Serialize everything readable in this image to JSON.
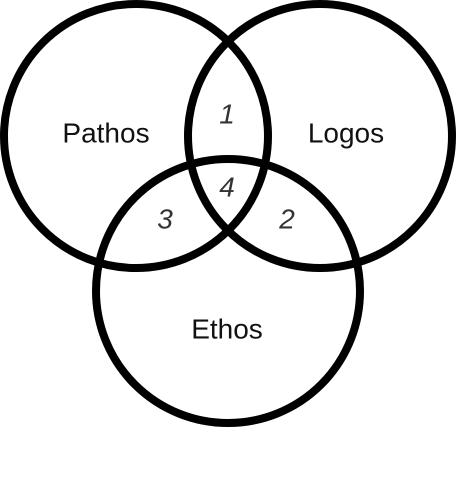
{
  "diagram": {
    "stroke_color": "#000000",
    "background": "#ffffff",
    "sets": [
      {
        "label": "Pathos"
      },
      {
        "label": "Logos"
      },
      {
        "label": "Ethos"
      }
    ],
    "regions": [
      {
        "label": "1"
      },
      {
        "label": "2"
      },
      {
        "label": "3"
      },
      {
        "label": "4"
      }
    ]
  }
}
